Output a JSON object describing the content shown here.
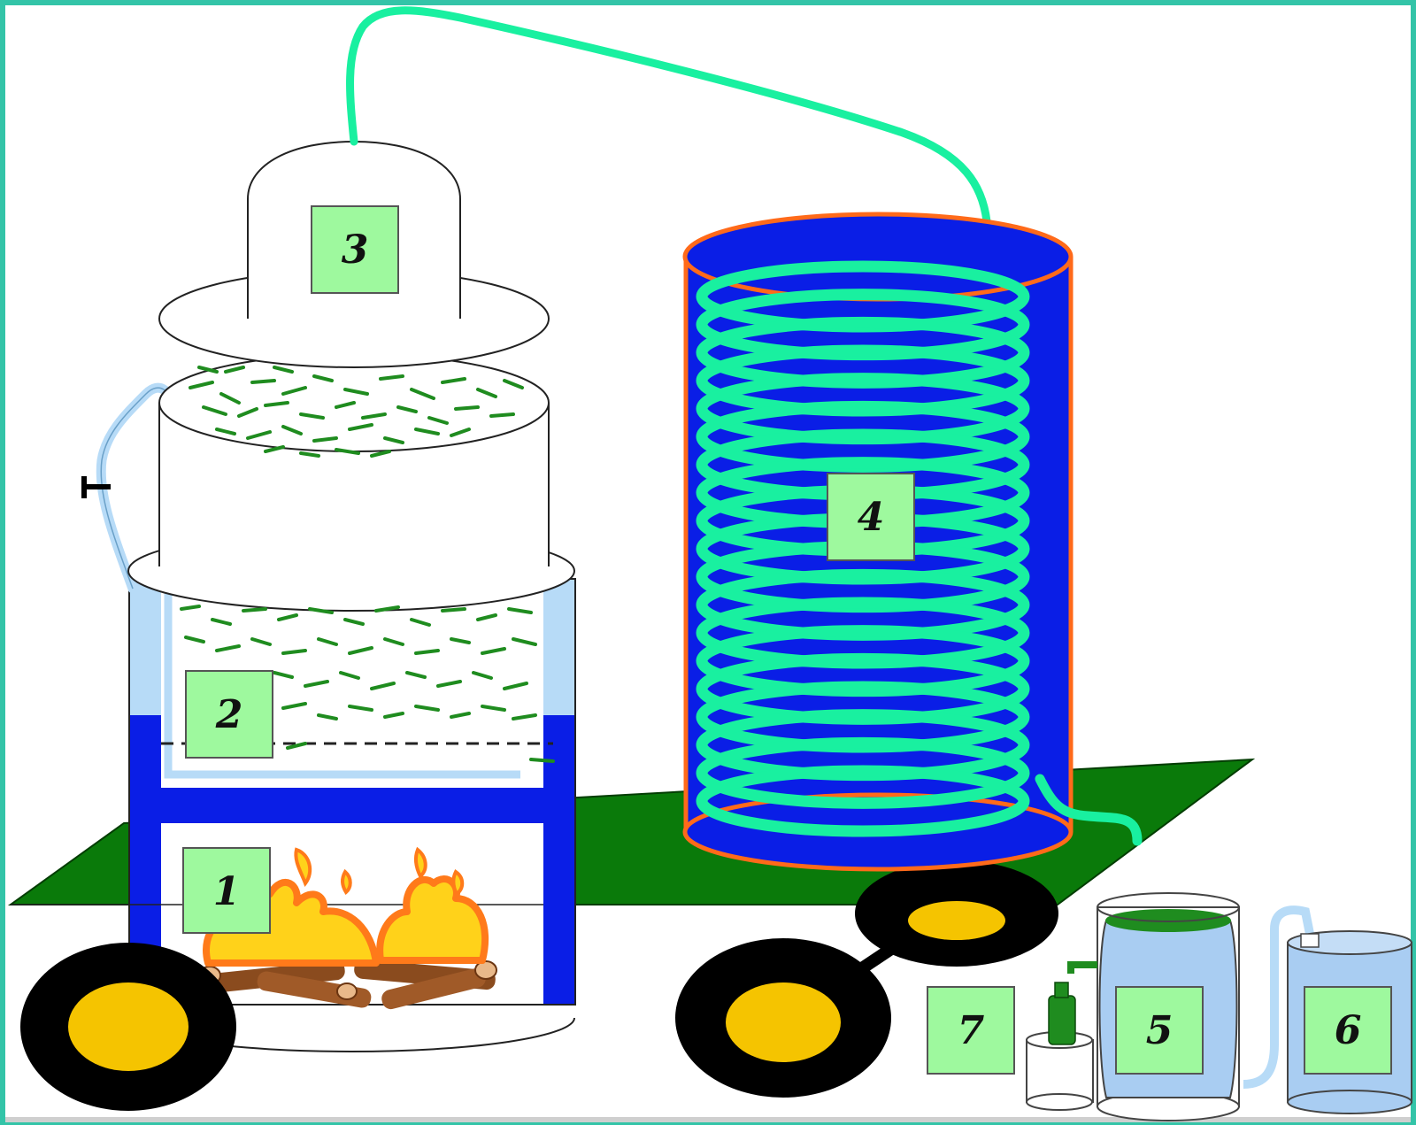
{
  "labels": {
    "firebox": "1",
    "still_pot": "2",
    "still_head": "3",
    "condenser": "4",
    "receiver": "5",
    "collection_vessel": "6",
    "essential_oil_bottle": "7"
  },
  "colors": {
    "border": "#33c4a8",
    "cart_platform": "#0a7a0a",
    "water_blue": "#0a1ee6",
    "coil_green": "#19f0a0",
    "label_box": "#9ef99e",
    "light_blue": "#b7dbf7",
    "wheel_yellow": "#f5c400",
    "condenser_rim": "#ff6a1a",
    "herb_green": "#1f8c1f",
    "flame_yellow": "#ffd21a",
    "flame_orange": "#ff7a1a",
    "wood_brown": "#8a4b1e"
  }
}
